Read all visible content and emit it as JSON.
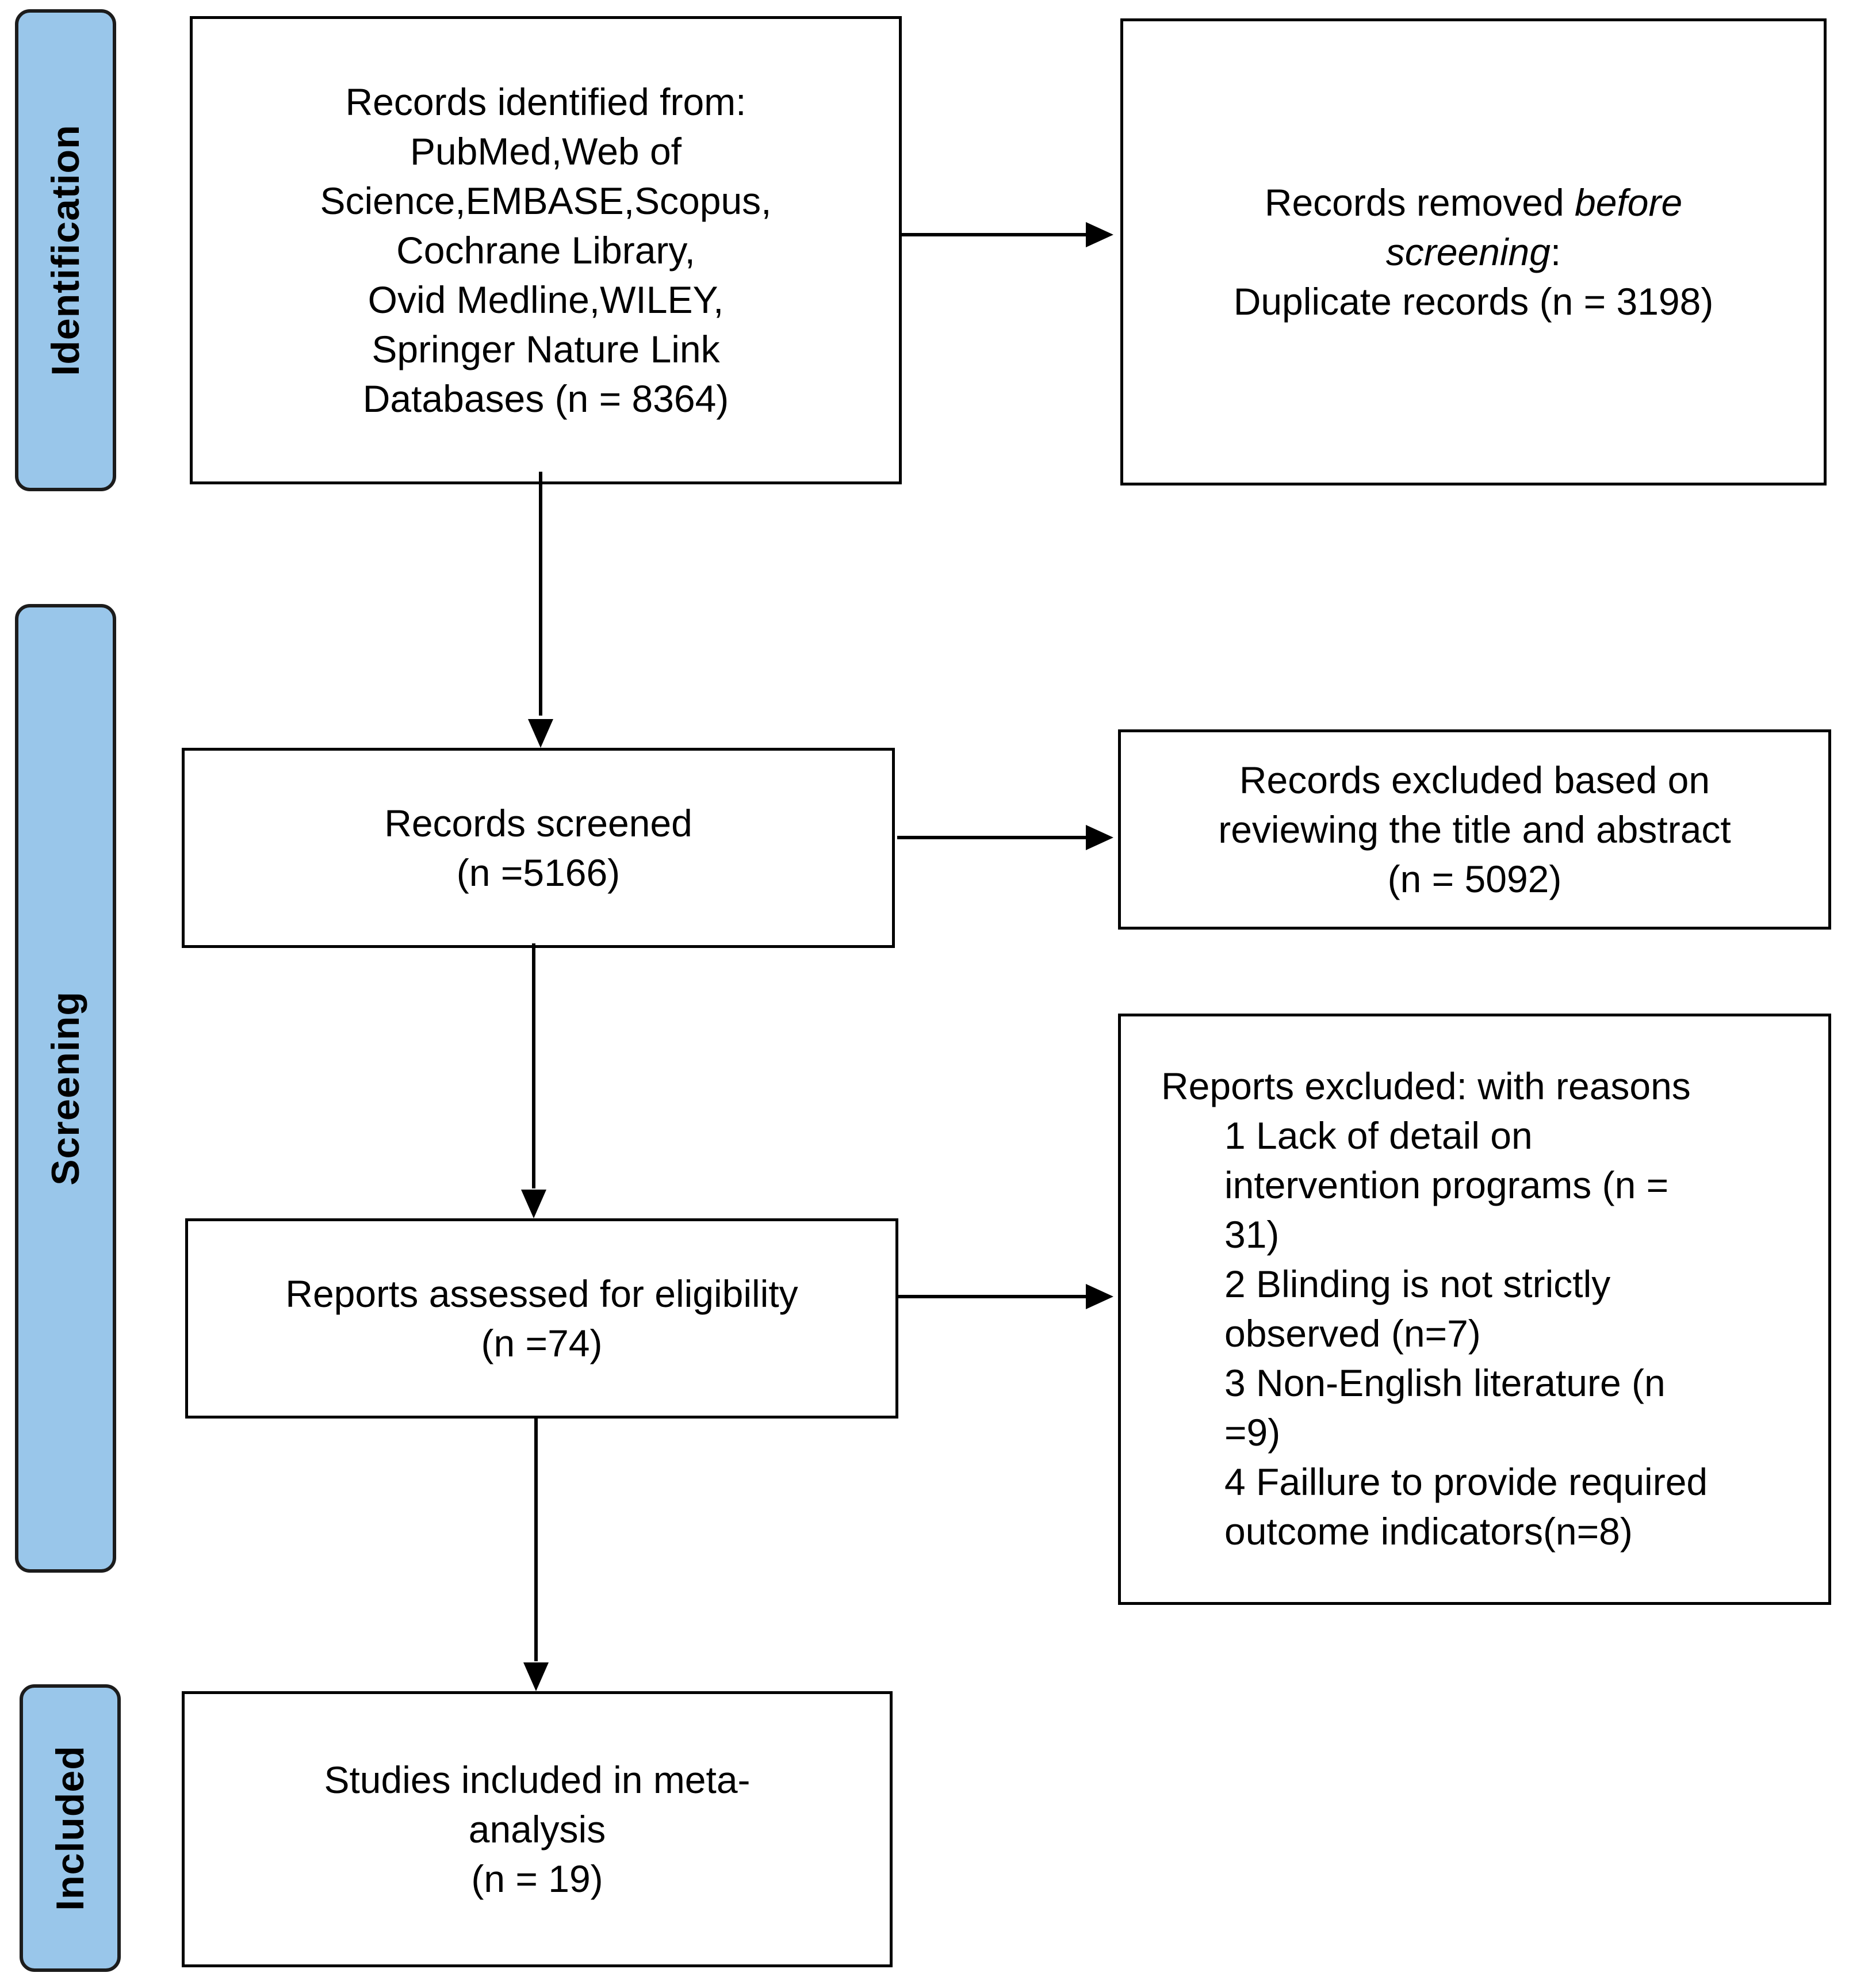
{
  "phases": {
    "identification": "Identification",
    "screening": "Screening",
    "included": "Included"
  },
  "identified": {
    "lines": [
      "Records identified from:",
      "PubMed,Web of",
      "Science,EMBASE,Scopus,",
      "Cochrane Library,",
      "Ovid Medline,WILEY,",
      "Springer Nature Link",
      "Databases (n = 8364)"
    ]
  },
  "removed": {
    "line1": "Records removed ",
    "line1_italic": "before",
    "line2_italic": "screening",
    "line2_suffix": ":",
    "line3": "Duplicate records (n = 3198)"
  },
  "screened": {
    "line1": "Records screened",
    "line2": "(n =5166)"
  },
  "excluded_title": {
    "line1": "Records excluded based on",
    "line2": "reviewing the title and abstract",
    "line3": "(n = 5092)"
  },
  "assessed": {
    "line1": "Reports assessed for eligibility",
    "line2": "(n =74)"
  },
  "reports_excluded": {
    "heading": "Reports excluded: with reasons",
    "reasons": [
      "1 Lack of detail on",
      "intervention programs (n =",
      "31)",
      "2 Blinding is not strictly",
      "observed (n=7)",
      "3 Non-English literature (n",
      "=9)",
      "4 Faillure to provide required",
      "outcome indicators(n=8)"
    ]
  },
  "included": {
    "line1": "Studies included in meta-",
    "line2": "analysis",
    "line3": "(n = 19)"
  },
  "colors": {
    "phase_fill": "#99c6ea",
    "phase_border": "#1c1c1c",
    "box_border": "#000000",
    "arrow": "#000000"
  }
}
